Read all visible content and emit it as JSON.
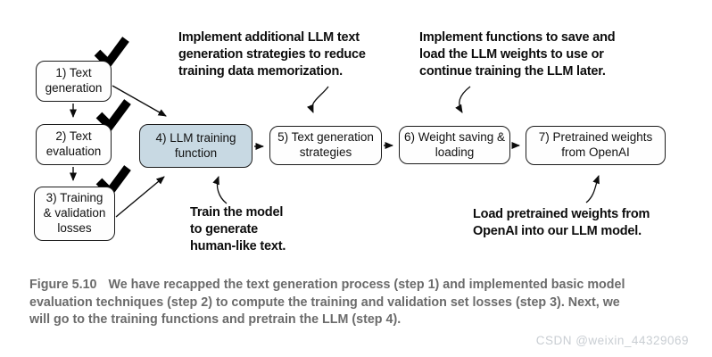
{
  "diagram": {
    "boxes": [
      {
        "label": "1) Text\ngeneration"
      },
      {
        "label": "2) Text\nevaluation"
      },
      {
        "label": "3) Training\n& validation\nlosses"
      },
      {
        "label": "4) LLM training\nfunction"
      },
      {
        "label": "5) Text generation\nstrategies"
      },
      {
        "label": "6) Weight saving &\nloading"
      },
      {
        "label": "7) Pretrained weights\nfrom OpenAI"
      }
    ],
    "annotations": {
      "top_left": "Implement additional LLM text\ngeneration strategies to reduce\ntraining data memorization.",
      "top_right": "Implement functions to save and\nload the LLM weights to use or\ncontinue training the LLM later.",
      "bottom_left": "Train the model\nto generate\nhuman-like text.",
      "bottom_right": "Load pretrained weights from\nOpenAI into our LLM model."
    },
    "icons": {
      "completed_step": "checkmark-icon"
    },
    "colors": {
      "highlight_box_fill": "#c8d9e3",
      "box_border": "#1c1c1c",
      "annotation_text": "#0c0c0c",
      "caption_text": "#6b6b6b",
      "watermark_text": "#c9ced3"
    }
  },
  "caption": {
    "label": "Figure 5.10",
    "text": "We have recapped the text generation process (step 1) and implemented basic model\nevaluation techniques (step 2) to compute the training and validation set losses (step 3). Next, we\nwill go to the training functions and pretrain the LLM (step 4)."
  },
  "watermark": "CSDN @weixin_44329069"
}
